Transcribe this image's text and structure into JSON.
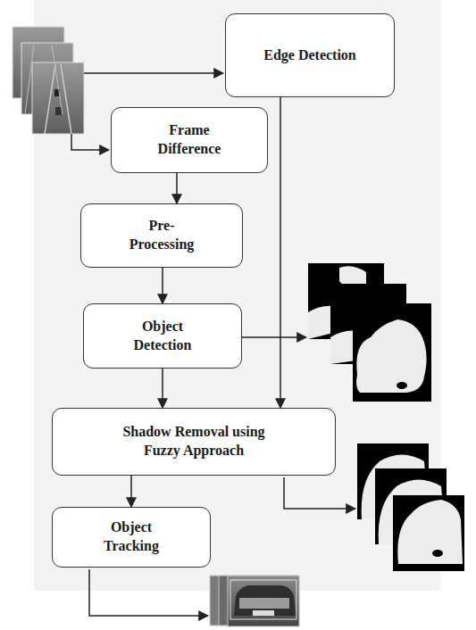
{
  "diagram": {
    "nodes": [
      {
        "text": [
          "Edge Detection"
        ]
      },
      {
        "text": [
          "Frame Difference"
        ]
      },
      {
        "text": [
          "Pre- Processing"
        ]
      },
      {
        "text": [
          "Object Detection"
        ]
      },
      {
        "text": [
          "Shadow Removal using Fuzzy Approach"
        ]
      },
      {
        "text": [
          "Object Tracking"
        ]
      }
    ],
    "edges": [
      {
        "from": 1,
        "to": 2,
        "arrow": "to"
      },
      {
        "from": 2,
        "to": 3,
        "arrow": "to"
      },
      {
        "from": 3,
        "to": 4,
        "arrow": "to"
      },
      {
        "from": 0,
        "to": 4,
        "arrow": "to"
      },
      {
        "from": 4,
        "to": 5,
        "arrow": "to"
      }
    ]
  }
}
